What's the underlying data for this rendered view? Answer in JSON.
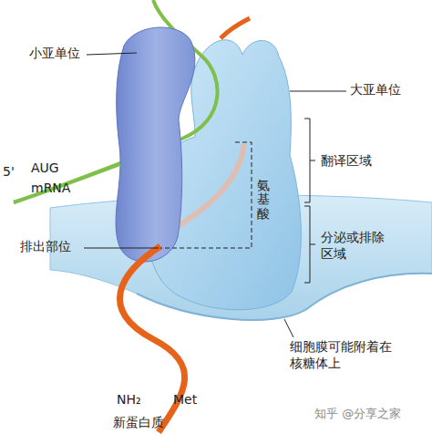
{
  "diagram": {
    "labels": [
      "小亚单位",
      "大亚单位",
      "5'",
      "AUG",
      "mRNA",
      "翻译区域",
      "氨基酸",
      "分泌或排除区域",
      "排出部位",
      "细胞膜可能附着在核糖体上",
      "NH₂",
      "Met",
      "新蛋白质",
      "知乎 @分享之家"
    ]
  }
}
